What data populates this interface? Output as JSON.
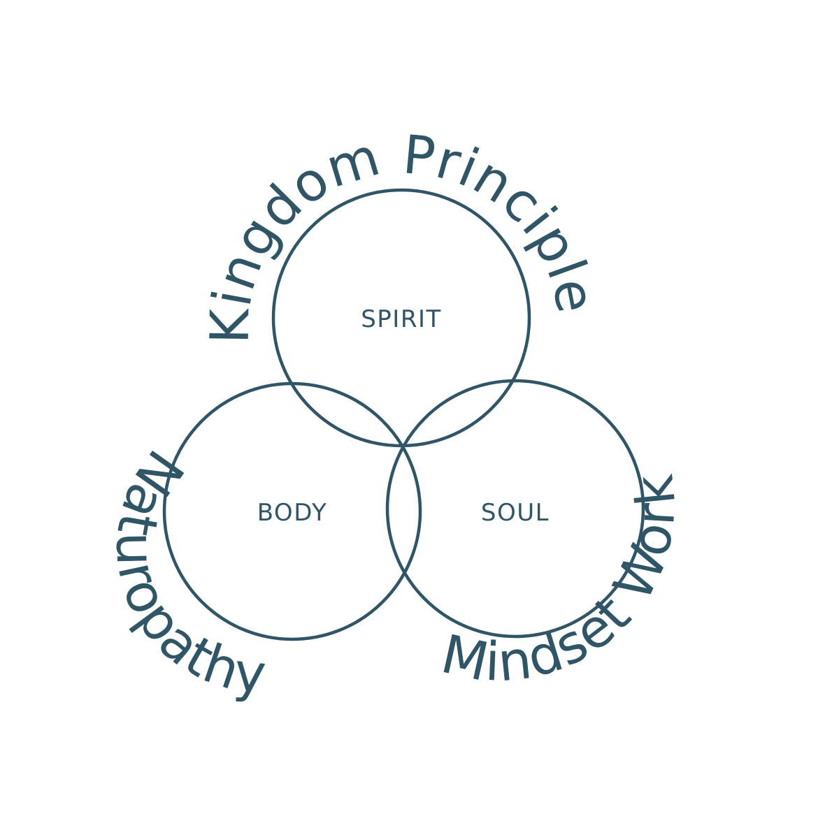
{
  "colors": {
    "ink": "#2f5566",
    "background": "#ffffff"
  },
  "circles": {
    "spirit": {
      "label": "SPIRIT"
    },
    "body": {
      "label": "BODY"
    },
    "soul": {
      "label": "SOUL"
    }
  },
  "arc_labels": {
    "top": "Kingdom Principles",
    "left": "Naturopathy",
    "right": "Mindset Work"
  }
}
